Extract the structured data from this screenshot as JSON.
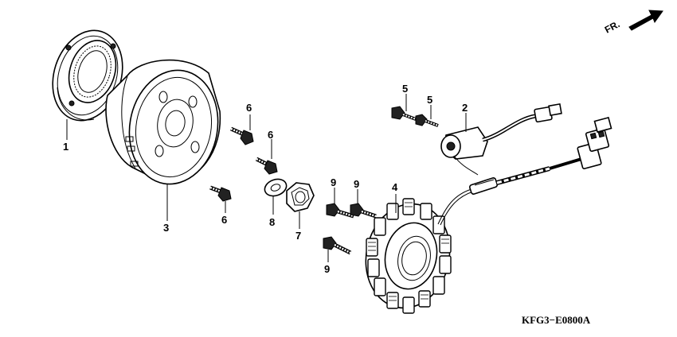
{
  "diagram": {
    "direction_label": "FR.",
    "drawing_code": "KFG3−E0800A",
    "callouts": {
      "c1": "1",
      "c2": "2",
      "c3": "3",
      "c4": "4",
      "c5a": "5",
      "c5b": "5",
      "c6a": "6",
      "c6b": "6",
      "c6c": "6",
      "c7": "7",
      "c8": "8",
      "c9a": "9",
      "c9b": "9",
      "c9c": "9"
    }
  }
}
